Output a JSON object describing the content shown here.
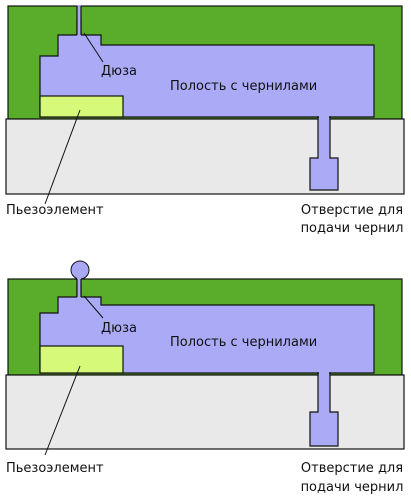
{
  "colors": {
    "housing": "#5aad2a",
    "chamber": "#aaaaf7",
    "piezo": "#d6f97a",
    "base": "#e9e9e9",
    "outline": "#111111",
    "droplet": "#a8a8f4"
  },
  "panels": [
    {
      "state": "idle",
      "labels": {
        "nozzle": "Дюза",
        "cavity": "Полость с чернилами",
        "piezo": "Пьезоэлемент",
        "inlet_line1": "Отверстие для",
        "inlet_line2": "подачи чернил"
      }
    },
    {
      "state": "ejecting",
      "labels": {
        "nozzle": "Дюза",
        "cavity": "Полость с чернилами",
        "piezo": "Пьезоэлемент",
        "inlet_line1": "Отверстие для",
        "inlet_line2": "подачи чернил"
      }
    }
  ]
}
